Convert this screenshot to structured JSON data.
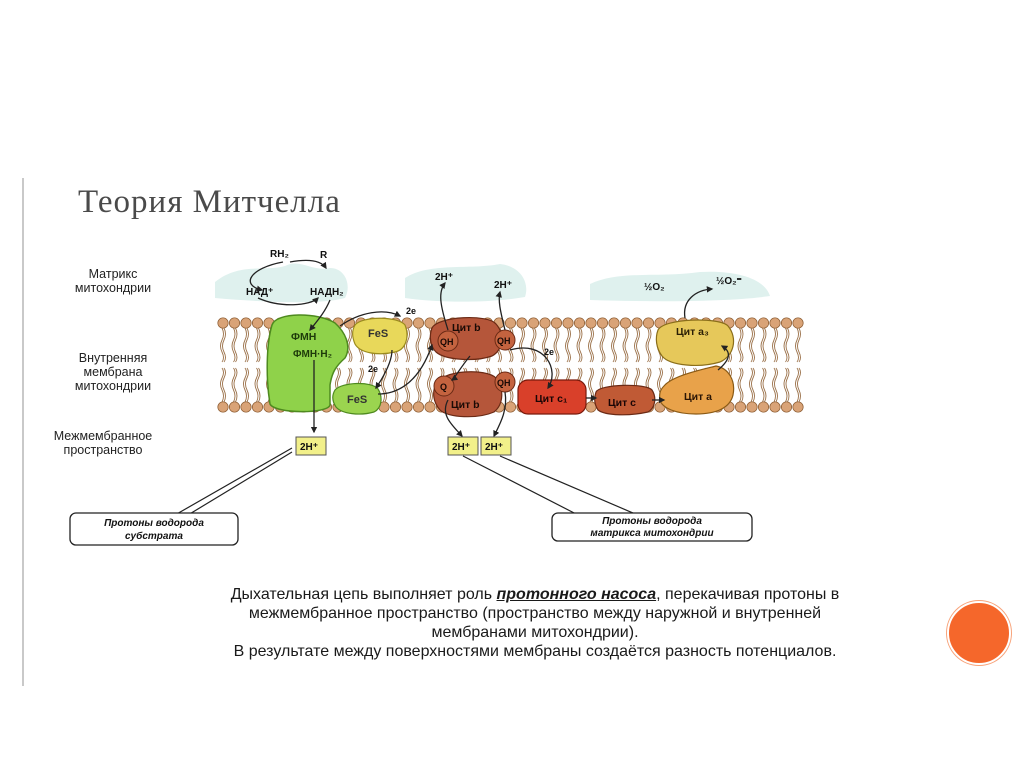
{
  "title": "Теория Митчелла",
  "labels": {
    "matrix": [
      "Матрикс",
      "митохондрии"
    ],
    "inner_membrane": [
      "Внутренняя",
      "мембрана",
      "митохондрии"
    ],
    "intermembrane": [
      "Межмембранное",
      "пространство"
    ]
  },
  "diagram": {
    "rh2": "RH₂",
    "r": "R",
    "nad": "НАД⁺",
    "nadh2": "НАДН₂",
    "fmn": "ФМН",
    "fmnh2": "ФМН·Н₂",
    "fes_top": "FeS",
    "fes_bottom": "FeS",
    "two_e_1": "2e",
    "two_e_2": "2e",
    "two_e_3": "2e",
    "h_matrix_1": "2H⁺",
    "h_matrix_2": "2H⁺",
    "cyt_b_top": "Цит b",
    "cyt_b_bottom": "Цит b",
    "q_labels": [
      "QH",
      "QH",
      "Q",
      "QH"
    ],
    "cyt_c1": "Цит c₁",
    "cyt_c": "Цит c",
    "cyt_a3": "Цит a₃",
    "cyt_a": "Цит a",
    "half_o2": "½O₂",
    "half_o2_minus": "½O₂⁼",
    "proton_box_1": "2H⁺",
    "proton_box_2": "2H⁺",
    "proton_box_3": "2H⁺",
    "callout_left": [
      "Протоны водорода",
      "субстрата"
    ],
    "callout_right": [
      "Протоны водорода",
      "матрикса митохондрии"
    ]
  },
  "caption": {
    "line1_pre": "Дыхательная цепь выполняет роль ",
    "line1_emph": "протонного насоса",
    "line1_post": ", перекачивая протоны в",
    "line2": "межмембранное пространство (пространство между наружной и внутренней",
    "line3": "мембранами митохондрии).",
    "line4": "В результате между поверхностями мембраны создаётся разность потенциалов."
  },
  "colors": {
    "membrane_head": "#d9a377",
    "fmn_complex": "#8fd24a",
    "fes": "#e8d85a",
    "cyt_b": "#b5563a",
    "cyt_c1": "#d9402a",
    "cyt_c": "#c05a35",
    "cyt_a": "#e8a24a",
    "cyt_a3": "#e6c85a",
    "proton_box": "#f2f08a",
    "accent": "#f5672b"
  }
}
